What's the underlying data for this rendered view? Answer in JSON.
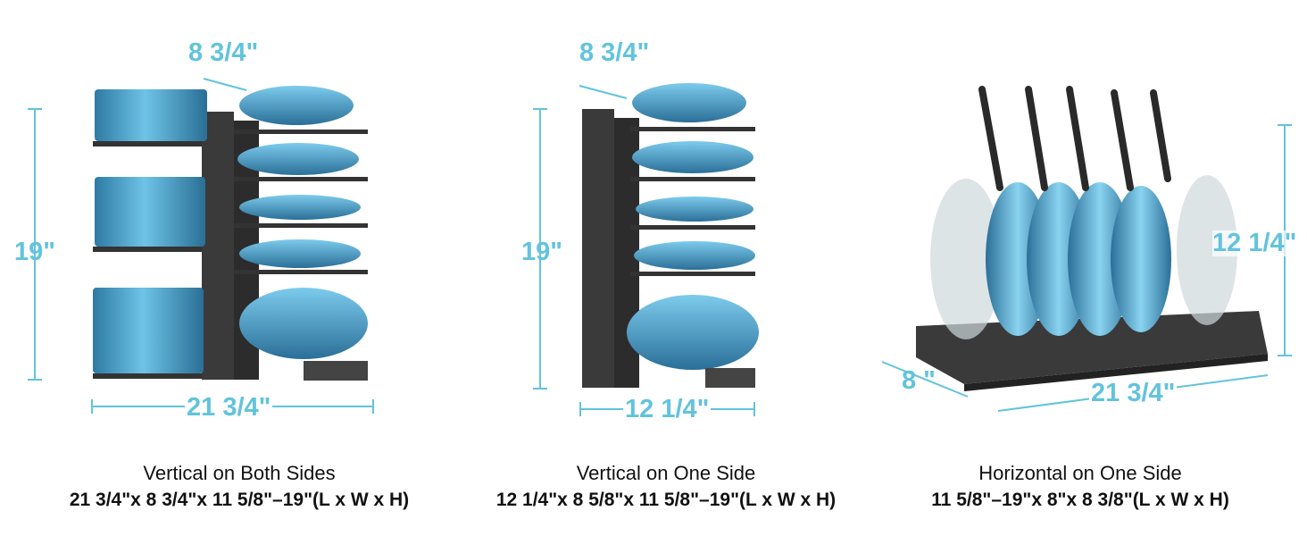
{
  "colors": {
    "dimension": "#62c3dc",
    "pot_blue": "#3d8fb8",
    "rack": "#3a3a3a",
    "caption": "#111111"
  },
  "panels": [
    {
      "title": "Vertical on Both Sides",
      "size": "21 3/4\"x 8 3/4\"x 11 5/8\"–19\"(L x W x H)",
      "dims": {
        "width": "21 3/4\"",
        "depth": "8 3/4\"",
        "height": "19\""
      }
    },
    {
      "title": "Vertical on One Side",
      "size": "12 1/4\"x 8 5/8\"x 11 5/8\"–19\"(L x W x H)",
      "dims": {
        "width": "12 1/4\"",
        "depth": "8 3/4\"",
        "height": "19\""
      }
    },
    {
      "title": "Horizontal on One Side",
      "size": "11 5/8\"–19\"x 8\"x 8 3/8\"(L x W x H)",
      "dims": {
        "width": "21 3/4\"",
        "depth": "8 \"",
        "height": "12 1/4\""
      }
    }
  ]
}
